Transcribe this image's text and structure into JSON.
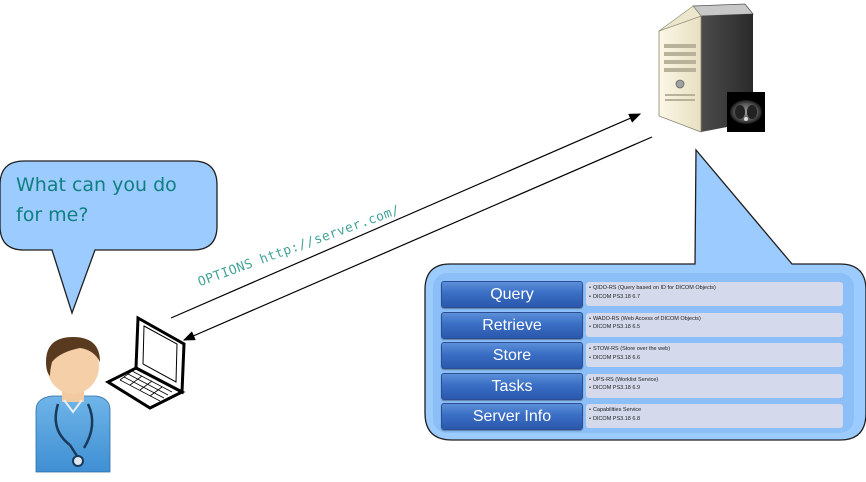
{
  "bubble": {
    "text": "What can you do for me?"
  },
  "request": {
    "label": "OPTIONS http://server.com/"
  },
  "services": [
    {
      "name": "Query",
      "lines": [
        "QIDO-RS (Query based on ID for DICOM Objects)",
        "DICOM PS3.18 6.7"
      ]
    },
    {
      "name": "Retrieve",
      "lines": [
        "WADO-RS (Web Access of DICOM Objects)",
        "DICOM PS3.18 6.5"
      ]
    },
    {
      "name": "Store",
      "lines": [
        "STOW-RS (Store over the web)",
        "DICOM PS3.18 6.6"
      ]
    },
    {
      "name": "Tasks",
      "lines": [
        "UPS-RS (Worklist Service)",
        "DICOM PS3.18 6.9"
      ]
    },
    {
      "name": "Server Info",
      "lines": [
        "Capabilities Service",
        "DICOM PS3.18 6.8"
      ]
    }
  ],
  "icons": {
    "server": "server-tower-icon",
    "scan": "ct-scan-icon",
    "laptop": "laptop-icon",
    "user": "doctor-avatar-icon"
  },
  "colors": {
    "bubble_fill": "#9ccbff",
    "bubble_text": "#0f7f7f",
    "button": "#3a6ec4",
    "row": "#d4d9ec"
  }
}
